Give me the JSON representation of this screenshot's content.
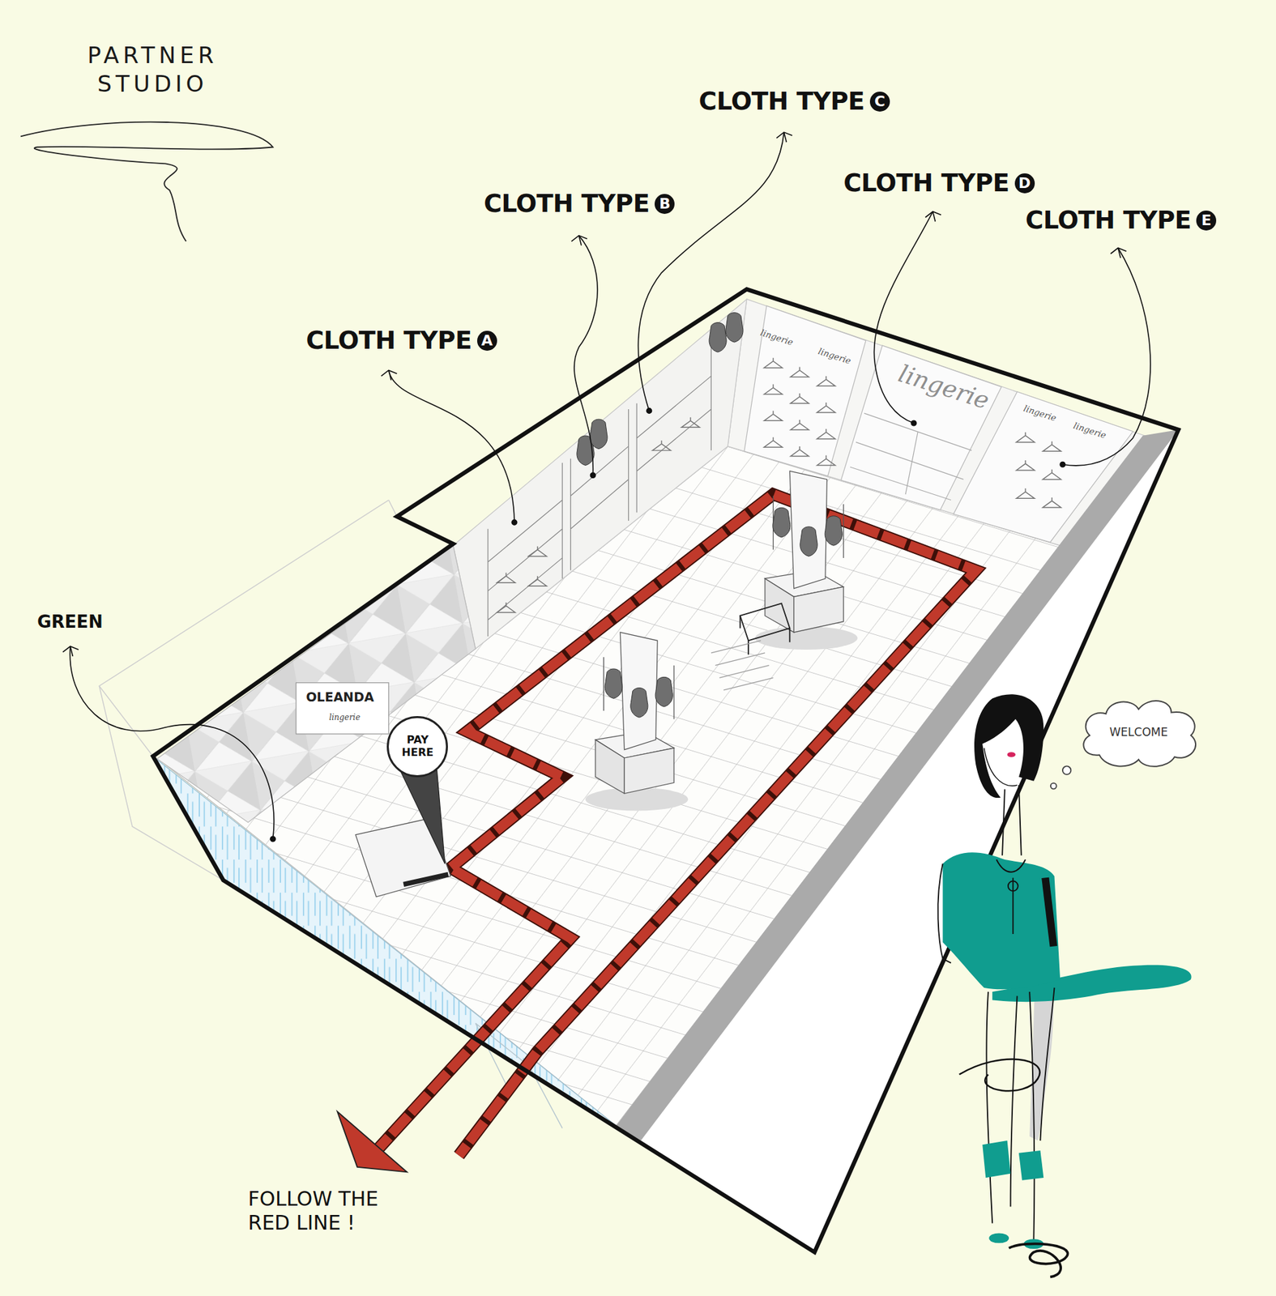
{
  "diagram": {
    "title": "PARTNER STUDIO",
    "nodes": [
      {
        "text": [
          "CLOTH TYPE",
          "C"
        ]
      },
      {
        "text": [
          "CLOTH TYPE",
          "D"
        ]
      },
      {
        "text": [
          "CLOTH TYPE",
          "B"
        ]
      },
      {
        "text": [
          "CLOTH TYPE",
          "E"
        ]
      },
      {
        "text": [
          "CLOTH TYPE",
          "A"
        ]
      },
      {
        "text": [
          "WELCOME"
        ]
      },
      {
        "text": [
          "PAY HERE"
        ]
      }
    ],
    "labels": [
      "GREEN",
      "OLEANDA",
      "lingerie",
      "lingerie",
      "lingerie",
      "lingerie",
      "lingerie",
      "lingerie",
      "FOLLOW THE RED LINE !"
    ]
  }
}
